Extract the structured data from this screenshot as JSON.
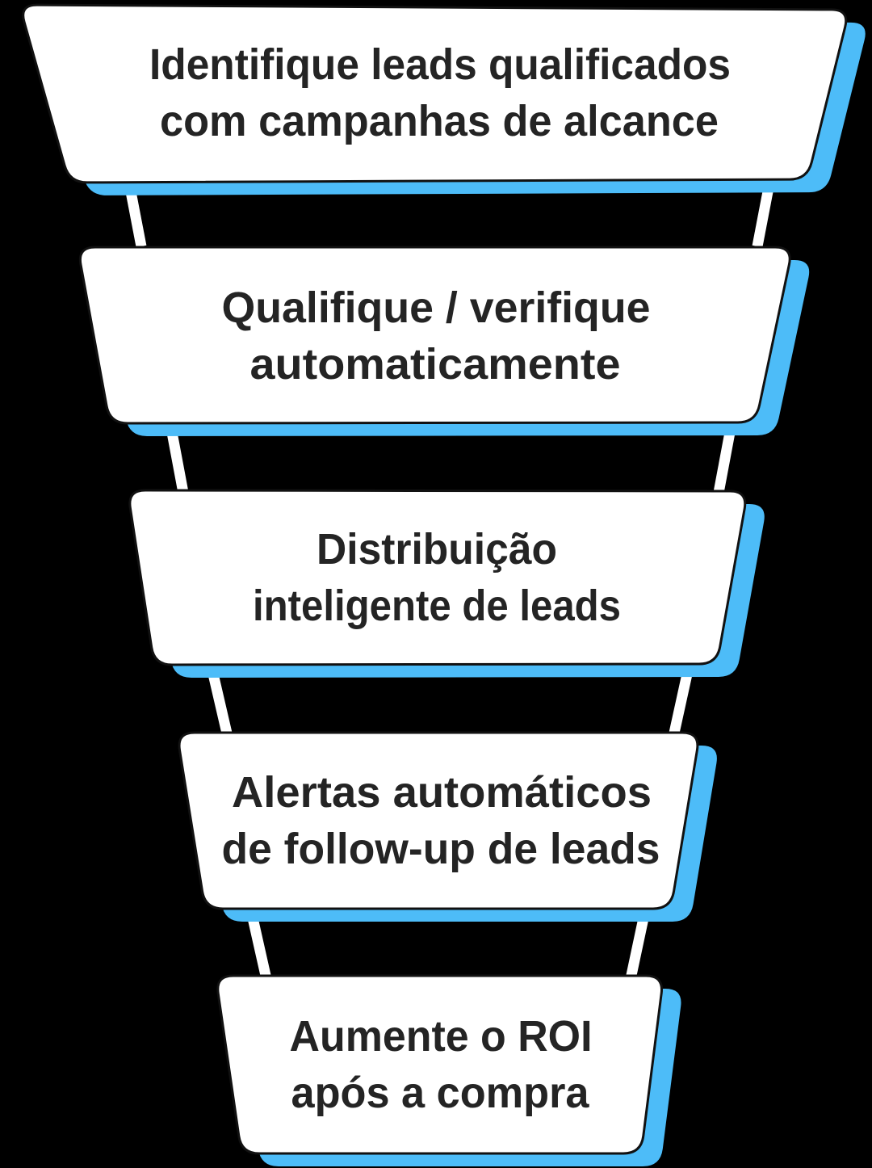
{
  "diagram": {
    "type": "funnel",
    "title": "",
    "stage_count": 5,
    "stages": [
      {
        "index": 1,
        "line1": "Identifique leads qualificados",
        "line2": "com campanhas de alcance"
      },
      {
        "index": 2,
        "line1": "Qualifique / verifique",
        "line2": "automaticamente"
      },
      {
        "index": 3,
        "line1": "Distribuição",
        "line2": "inteligente de leads"
      },
      {
        "index": 4,
        "line1": "Alertas automáticos",
        "line2": "de follow-up de leads"
      },
      {
        "index": 5,
        "line1": "Aumente o ROI",
        "line2": "após a compra"
      }
    ],
    "colors": {
      "background": "#000000",
      "shape_fill": "#FFFFFF",
      "shape_border": "#111111",
      "shadow_accent": "#4DBCF8",
      "connector": "#FFFFFF",
      "text": "#242424"
    }
  }
}
